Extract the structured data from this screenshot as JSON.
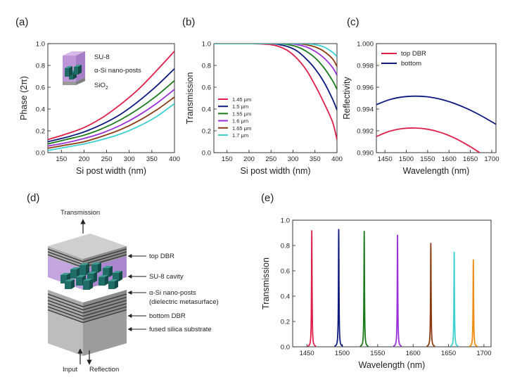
{
  "panels": {
    "a": "(a)",
    "b": "(b)",
    "c": "(c)",
    "d": "(d)",
    "e": "(e)"
  },
  "chart_data": [
    {
      "id": "a",
      "type": "line",
      "xlabel": "Si post width (nm)",
      "ylabel": "Phase (2π)",
      "xlim": [
        120,
        400
      ],
      "ylim": [
        0,
        1.0
      ],
      "xticks": [
        150,
        200,
        250,
        300,
        350,
        400
      ],
      "yticks": [
        0.0,
        0.2,
        0.4,
        0.6,
        0.8,
        1.0
      ],
      "grid": false,
      "x": [
        120,
        160,
        200,
        240,
        280,
        320,
        360,
        400
      ],
      "series": [
        {
          "color": "#e01e4a",
          "values": [
            0.12,
            0.17,
            0.23,
            0.32,
            0.44,
            0.58,
            0.75,
            0.93
          ]
        },
        {
          "color": "#0c1a80",
          "values": [
            0.1,
            0.14,
            0.19,
            0.26,
            0.35,
            0.47,
            0.61,
            0.77
          ]
        },
        {
          "color": "#1a7a1a",
          "values": [
            0.08,
            0.12,
            0.16,
            0.22,
            0.3,
            0.4,
            0.52,
            0.66
          ]
        },
        {
          "color": "#9a30d8",
          "values": [
            0.06,
            0.09,
            0.13,
            0.18,
            0.25,
            0.34,
            0.45,
            0.58
          ]
        },
        {
          "color": "#8b3a0f",
          "values": [
            0.04,
            0.07,
            0.1,
            0.15,
            0.21,
            0.29,
            0.39,
            0.51
          ]
        },
        {
          "color": "#40d0d0",
          "values": [
            0.02,
            0.05,
            0.08,
            0.12,
            0.17,
            0.24,
            0.33,
            0.45
          ]
        }
      ],
      "inset_labels": {
        "top": "SU-8",
        "mid": "α-Si nano-posts",
        "bottom": "SiO",
        "bottom_sub": "2"
      }
    },
    {
      "id": "b",
      "type": "line",
      "xlabel": "Si post width (nm)",
      "ylabel": "Transmission",
      "xlim": [
        120,
        400
      ],
      "ylim": [
        0,
        1.0
      ],
      "xticks": [
        150,
        200,
        250,
        300,
        350,
        400
      ],
      "yticks": [
        0.0,
        0.2,
        0.4,
        0.6,
        0.8,
        1.0
      ],
      "grid": false,
      "legend": "lower-left",
      "x": [
        120,
        200,
        250,
        270,
        290,
        310,
        330,
        350,
        370,
        390,
        400
      ],
      "series": [
        {
          "name": "1.45 μm",
          "color": "#e01e4a",
          "values": [
            1.0,
            1.0,
            0.99,
            0.97,
            0.93,
            0.86,
            0.76,
            0.62,
            0.46,
            0.28,
            0.12
          ]
        },
        {
          "name": "1.5 μm",
          "color": "#0c1a80",
          "values": [
            1.0,
            1.0,
            1.0,
            0.99,
            0.97,
            0.93,
            0.86,
            0.77,
            0.65,
            0.49,
            0.39
          ]
        },
        {
          "name": "1.55 μm",
          "color": "#1a7a1a",
          "values": [
            1.0,
            1.0,
            1.0,
            1.0,
            0.99,
            0.97,
            0.93,
            0.87,
            0.78,
            0.66,
            0.58
          ]
        },
        {
          "name": "1.6 μm",
          "color": "#9a30d8",
          "values": [
            1.0,
            1.0,
            1.0,
            1.0,
            1.0,
            0.99,
            0.97,
            0.93,
            0.87,
            0.78,
            0.71
          ]
        },
        {
          "name": "1.65 μm",
          "color": "#8b3a0f",
          "values": [
            1.0,
            1.0,
            1.0,
            1.0,
            1.0,
            1.0,
            0.99,
            0.97,
            0.93,
            0.86,
            0.79
          ]
        },
        {
          "name": "1.7 μm",
          "color": "#40d0d0",
          "values": [
            1.0,
            1.0,
            1.0,
            1.0,
            1.0,
            1.0,
            1.0,
            0.99,
            0.97,
            0.92,
            0.88
          ]
        }
      ]
    },
    {
      "id": "c",
      "type": "line",
      "xlabel": "Wavelength (nm)",
      "ylabel": "Reflectivity",
      "xlim": [
        1430,
        1710
      ],
      "ylim": [
        0.99,
        1.0
      ],
      "xticks": [
        1450,
        1500,
        1550,
        1600,
        1650,
        1700
      ],
      "yticks": [
        0.99,
        0.992,
        0.994,
        0.996,
        0.998,
        1.0
      ],
      "grid": false,
      "legend": "top-left",
      "x": [
        1430,
        1460,
        1490,
        1520,
        1550,
        1580,
        1610,
        1640,
        1670,
        1700,
        1710
      ],
      "series": [
        {
          "name": "top DBR",
          "color": "#e01e4a",
          "values": [
            0.99148,
            0.99195,
            0.9922,
            0.99226,
            0.99215,
            0.99186,
            0.9914,
            0.99078,
            0.99005,
            0.9892,
            0.9889
          ]
        },
        {
          "name": "bottom",
          "color": "#0c1a80",
          "values": [
            0.9944,
            0.99485,
            0.9951,
            0.99518,
            0.99512,
            0.9949,
            0.99455,
            0.99408,
            0.9935,
            0.99283,
            0.9926
          ]
        }
      ]
    },
    {
      "id": "e",
      "type": "line",
      "xlabel": "Wavelength (nm)",
      "ylabel": "Transmission",
      "xlim": [
        1430,
        1710
      ],
      "ylim": [
        0,
        1.0
      ],
      "xticks": [
        1450,
        1500,
        1550,
        1600,
        1650,
        1700
      ],
      "yticks": [
        0.0,
        0.2,
        0.4,
        0.6,
        0.8,
        1.0
      ],
      "grid": false,
      "linewidth_nm": 0.9,
      "peaks": [
        {
          "center": 1457,
          "height": 0.92,
          "color": "#e01e4a"
        },
        {
          "center": 1495,
          "height": 0.93,
          "color": "#0c1a80"
        },
        {
          "center": 1531,
          "height": 0.915,
          "color": "#1a7a1a"
        },
        {
          "center": 1578,
          "height": 0.885,
          "color": "#9a30d8"
        },
        {
          "center": 1625,
          "height": 0.82,
          "color": "#8b3a0f"
        },
        {
          "center": 1658,
          "height": 0.75,
          "color": "#40d0d0"
        },
        {
          "center": 1685,
          "height": 0.69,
          "color": "#f08a10"
        }
      ]
    }
  ],
  "diagram_d": {
    "top_label": "Transmission",
    "layers": [
      "top DBR",
      "SU-8 cavity",
      "α-Si nano-posts",
      "(dielectric metasurface)",
      "bottom DBR",
      "fused silica substrate"
    ],
    "input": "Input",
    "reflection": "Reflection"
  }
}
